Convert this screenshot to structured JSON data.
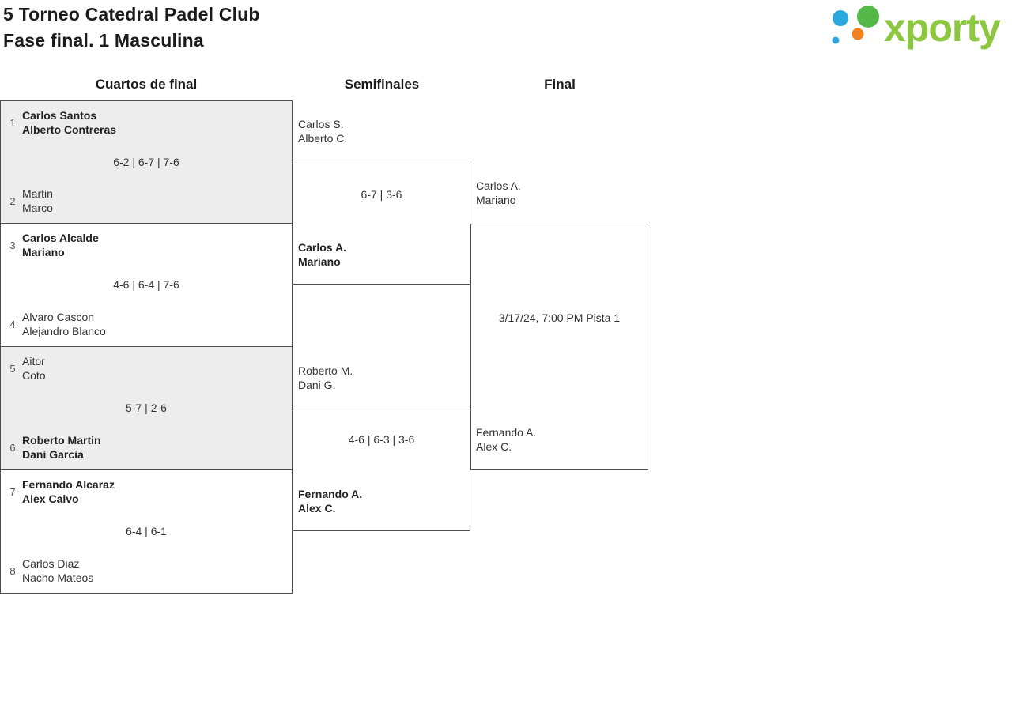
{
  "header": {
    "title_line1": "5 Torneo Catedral Padel Club",
    "title_line2": "Fase final. 1 Masculina",
    "logo_text": "xporty"
  },
  "round_headers": {
    "quarterfinals": "Cuartos de final",
    "semifinals": "Semifinales",
    "final": "Final"
  },
  "quarterfinals": [
    {
      "seed_top": "1",
      "team_top": {
        "p1": "Carlos Santos",
        "p2": "Alberto Contreras"
      },
      "score": "6-2 | 6-7 | 7-6",
      "seed_bottom": "2",
      "team_bottom": {
        "p1": "Martin",
        "p2": "Marco"
      }
    },
    {
      "seed_top": "3",
      "team_top": {
        "p1": "Carlos Alcalde",
        "p2": "Mariano"
      },
      "score": "4-6 | 6-4 | 7-6",
      "seed_bottom": "4",
      "team_bottom": {
        "p1": "Alvaro Cascon",
        "p2": "Alejandro Blanco"
      }
    },
    {
      "seed_top": "5",
      "team_top": {
        "p1": "Aitor",
        "p2": "Coto"
      },
      "score": "5-7 | 2-6",
      "seed_bottom": "6",
      "team_bottom": {
        "p1": "Roberto Martin",
        "p2": "Dani Garcia"
      }
    },
    {
      "seed_top": "7",
      "team_top": {
        "p1": "Fernando Alcaraz",
        "p2": "Alex Calvo"
      },
      "score": "6-4 | 6-1",
      "seed_bottom": "8",
      "team_bottom": {
        "p1": "Carlos Diaz",
        "p2": "Nacho Mateos"
      }
    }
  ],
  "semifinals": [
    {
      "team_top": {
        "p1": "Carlos S.",
        "p2": "Alberto C."
      },
      "score": "6-7 | 3-6",
      "team_bottom": {
        "p1": "Carlos A.",
        "p2": "Mariano"
      }
    },
    {
      "team_top": {
        "p1": "Roberto M.",
        "p2": "Dani G."
      },
      "score": "4-6 | 6-3 | 3-6",
      "team_bottom": {
        "p1": "Fernando A.",
        "p2": "Alex C."
      }
    }
  ],
  "final": {
    "team_top": {
      "p1": "Carlos A.",
      "p2": "Mariano"
    },
    "schedule": "3/17/24, 7:00 PM Pista 1",
    "team_bottom": {
      "p1": "Fernando A.",
      "p2": "Alex C."
    }
  },
  "colors": {
    "brand_green": "#8dc63f",
    "dot_blue": "#29a9e0",
    "dot_green": "#54b948",
    "dot_orange": "#f58220",
    "match_shaded_bg": "#ededed",
    "line": "#4d4d4d"
  }
}
